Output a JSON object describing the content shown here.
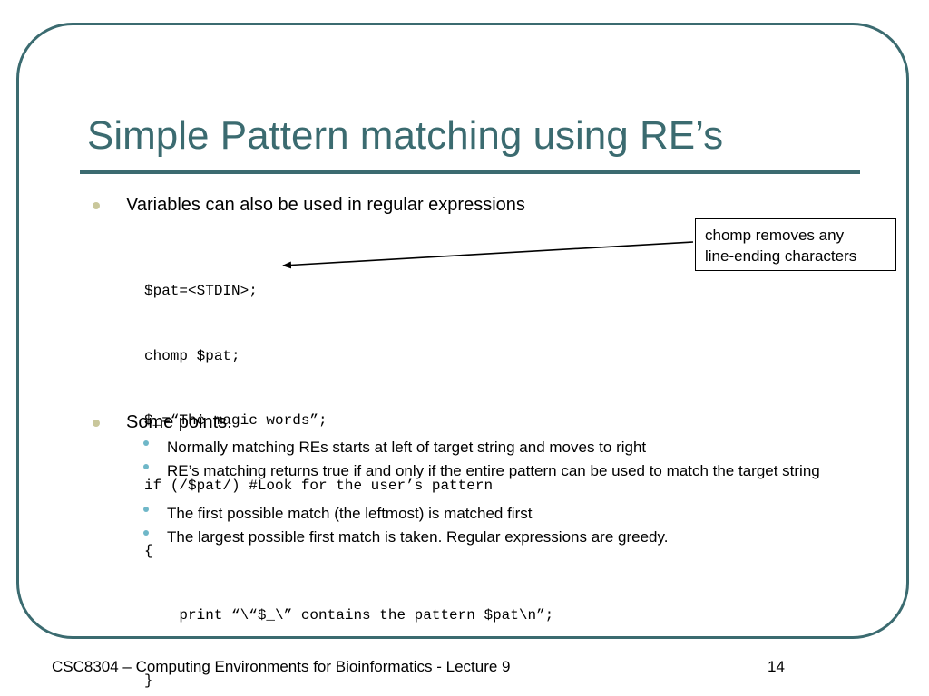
{
  "slide": {
    "title": "Simple Pattern matching using RE’s",
    "bullets": [
      {
        "text": "Variables can also be used in regular expressions"
      },
      {
        "text": "Some points:"
      }
    ],
    "code_lines": [
      "$pat=<STDIN>;",
      "chomp $pat;",
      "$_=“The magic words”;",
      "if (/$pat/) #Look for the user’s pattern",
      "{",
      "    print “\\“$_\\” contains the pattern $pat\\n”;",
      "}"
    ],
    "callout": {
      "line1": "chomp removes any",
      "line2": "line-ending characters"
    },
    "sub_bullets": [
      "Normally matching REs starts at left of target string and moves to right",
      "RE’s matching returns true if and only if the entire pattern can be used to match the target string",
      "The first possible match (the leftmost) is matched first",
      "The largest possible first match is taken. Regular expressions are greedy."
    ]
  },
  "footer": {
    "course": "CSC8304 – Computing Environments for Bioinformatics - Lecture 9",
    "page_number": "14"
  },
  "colors": {
    "accent": "#3b6b70",
    "bullet": "#c9c79b",
    "sub_bullet": "#6fb7c8"
  }
}
